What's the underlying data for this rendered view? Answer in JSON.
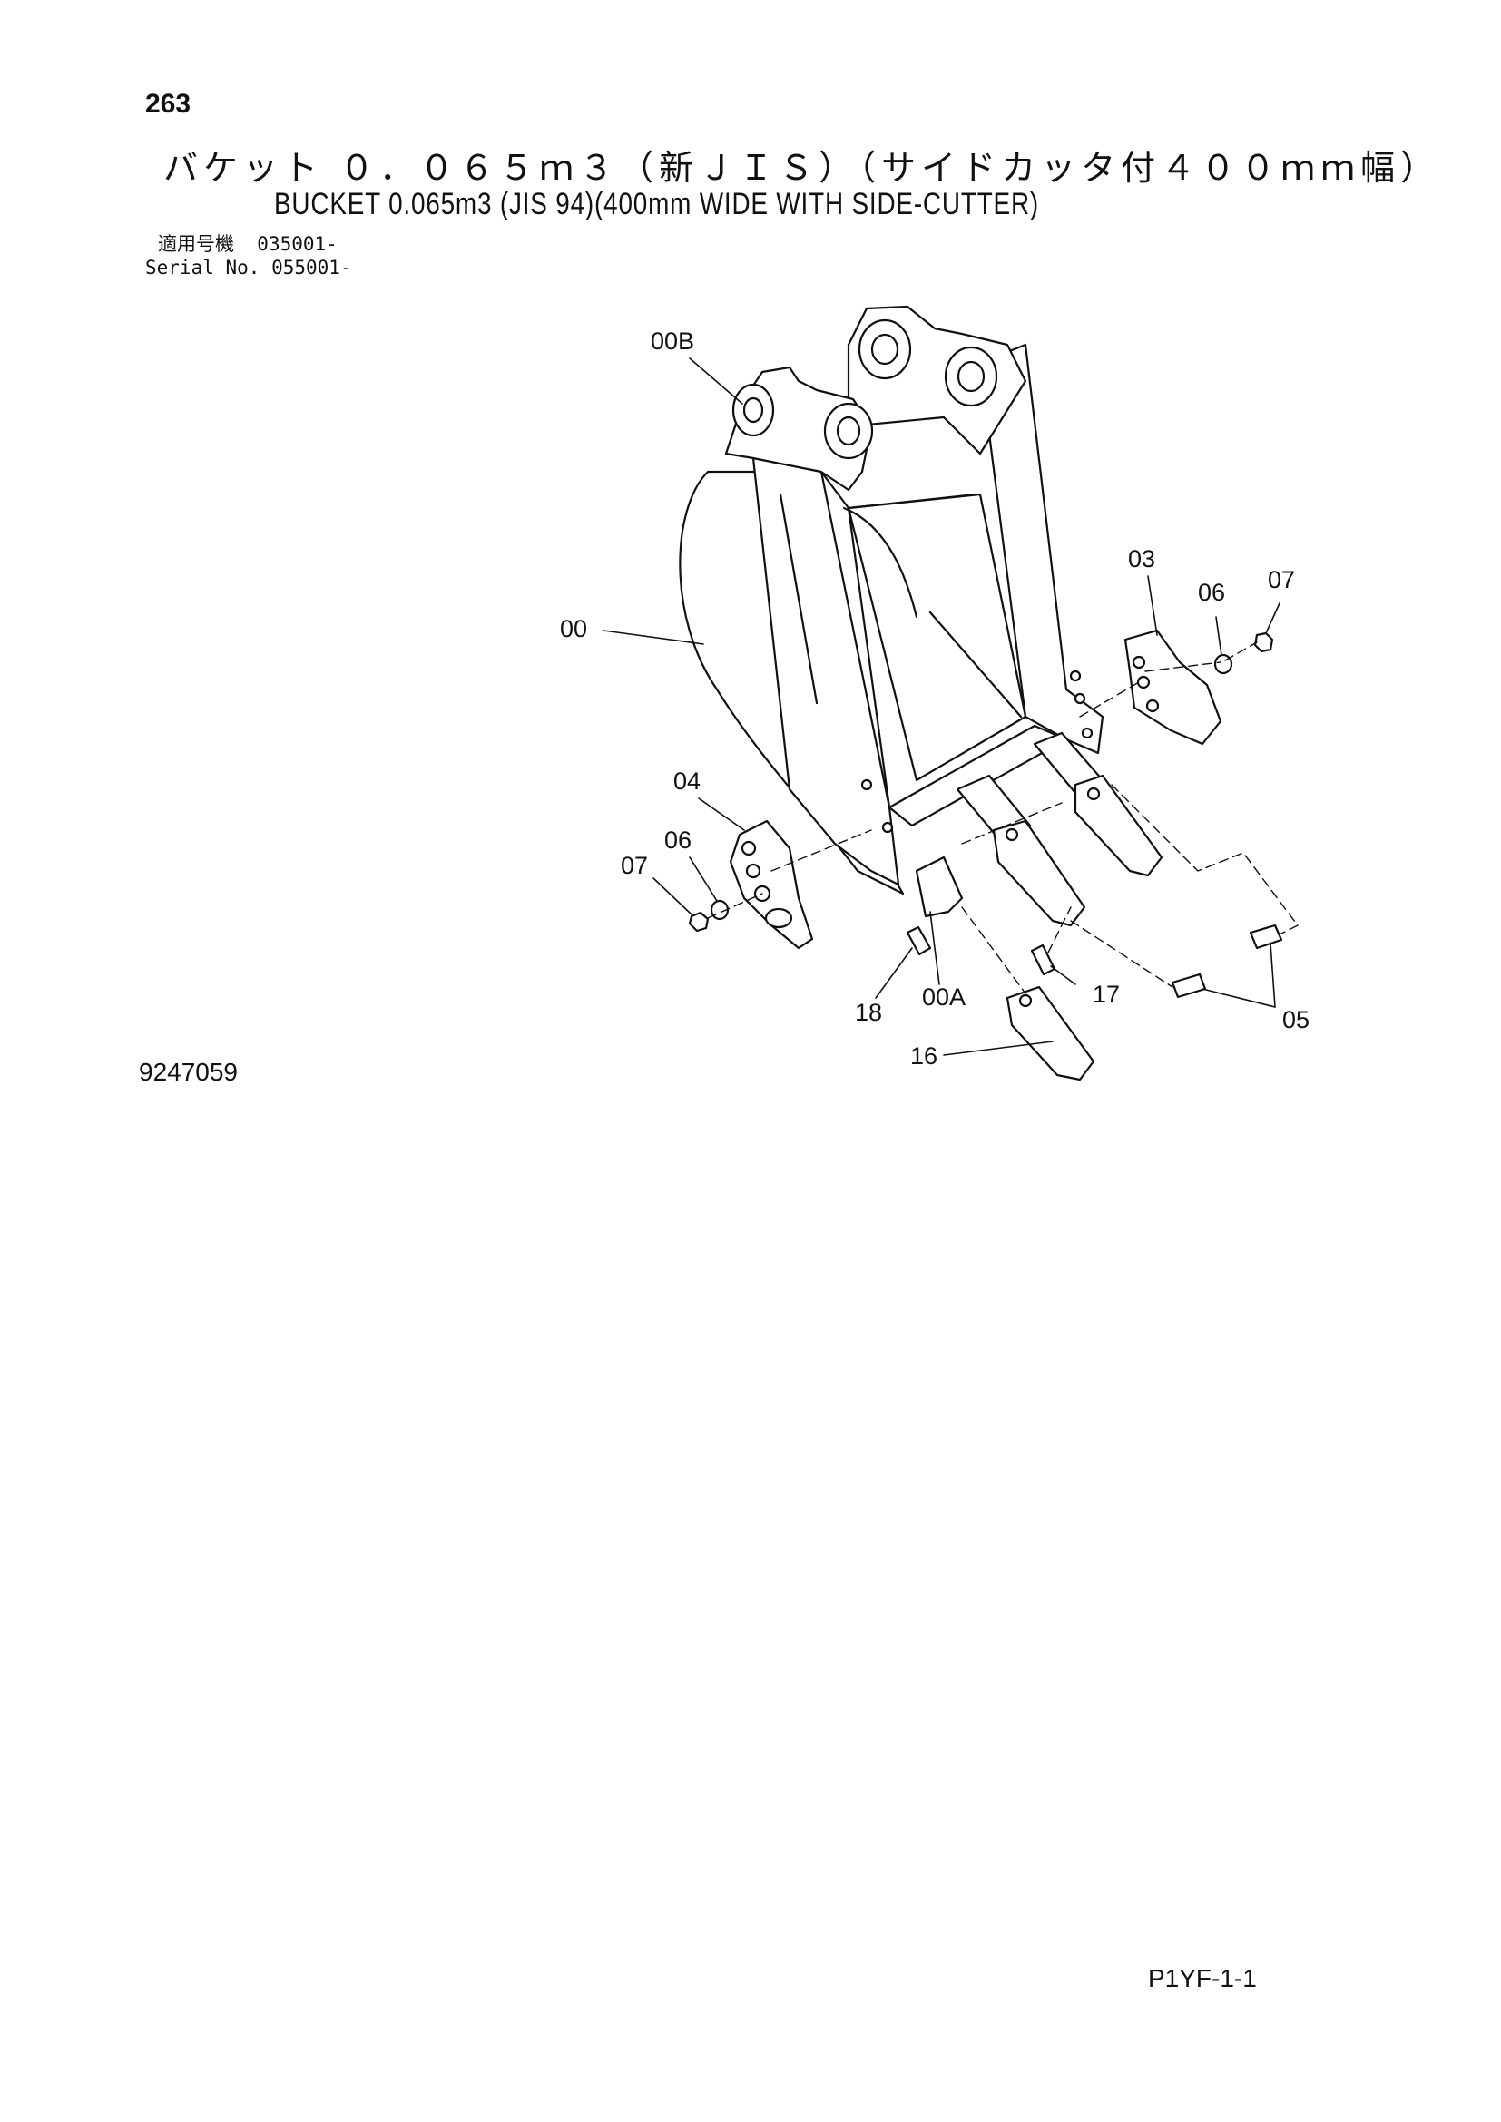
{
  "header": {
    "page_number": "263",
    "title_jp": "バケット ０．０６５ｍ３（新ＪＩＳ）（サイドカッタ付４００ｍｍ幅）",
    "title_en": "BUCKET 0.065m3 (JIS 94)(400mm WIDE WITH SIDE-CUTTER)",
    "serial_jp_label": "適用号機",
    "serial_jp_value": "035001-",
    "serial_en_label": "Serial No.",
    "serial_en_value": "055001-"
  },
  "callouts": {
    "c00B": "00B",
    "c00": "00",
    "c03": "03",
    "c06a": "06",
    "c07a": "07",
    "c04": "04",
    "c06b": "06",
    "c07b": "07",
    "c18": "18",
    "c00A": "00A",
    "c17": "17",
    "c05": "05",
    "c16": "16"
  },
  "footer": {
    "reference_code": "9247059",
    "page_code": "P1YF-1-1"
  }
}
